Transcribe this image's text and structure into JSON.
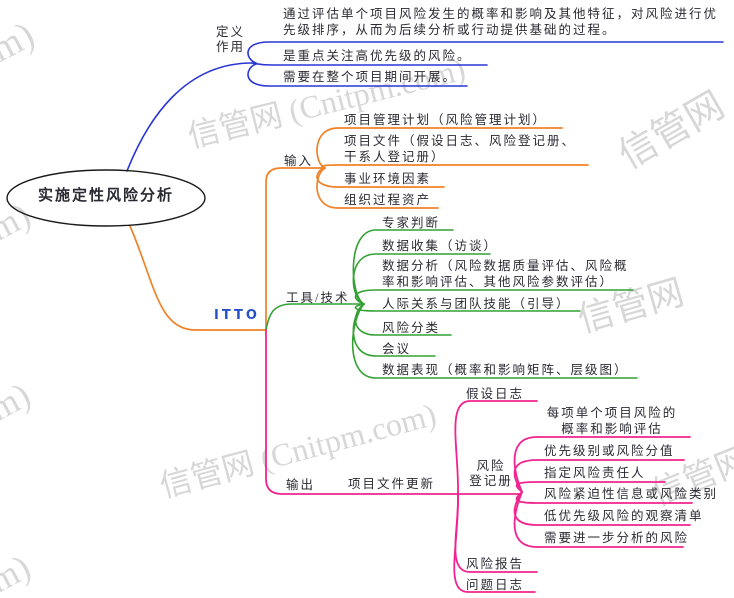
{
  "central_node": {
    "title": "实施定性风险分析"
  },
  "branches": {
    "definition": {
      "label": "定义\n作用",
      "items": [
        "通过评估单个项目风险发生的概率和影响及其他特征，对风险进行优先级排序，从而为后续分析或行动提供基础的过程。",
        "是重点关注高优先级的风险。",
        "需要在整个项目期间开展。"
      ]
    },
    "itto": {
      "label": "ITTO"
    },
    "input": {
      "label": "输入",
      "items": [
        "项目管理计划（风险管理计划）",
        "项目文件（假设日志、风险登记册、干系人登记册）",
        "事业环境因素",
        "组织过程资产"
      ]
    },
    "tools": {
      "label": "工具/技术",
      "items": [
        "专家判断",
        "数据收集（访谈）",
        "数据分析（风险数据质量评估、风险概率和影响评估、其他风险参数评估）",
        "人际关系与团队技能（引导）",
        "风险分类",
        "会议",
        "数据表现（概率和影响矩阵、层级图）"
      ]
    },
    "output": {
      "label": "输出",
      "project_documents_update": {
        "label": "项目文件更新",
        "assumption_log": "假设日志",
        "risk_register": {
          "label": "风险\n登记册",
          "items": [
            "每项单个项目风险的概率和影响评估",
            "优先级别或风险分值",
            "指定风险责任人",
            "风险紧迫性信息或风险类别",
            "低优先级风险的观察清单",
            "需要进一步分析的风险"
          ]
        },
        "risk_report": "风险报告",
        "issue_log": "问题日志"
      }
    }
  },
  "colors": {
    "definition_branch": "#2936d5",
    "input_branch": "#f08228",
    "tools_branch": "#33a133",
    "output_branch": "#f2238f",
    "itto_text": "#2550c8",
    "body_text": "#2a2a33",
    "watermark": "#d7d7d7"
  },
  "watermarks": [
    "m)",
    "信管网 (Cnitpm.com)",
    "信管网",
    "m)",
    "信管网",
    "m)",
    "信管网 (Cnitpm.com)",
    "信管网",
    "m)"
  ]
}
